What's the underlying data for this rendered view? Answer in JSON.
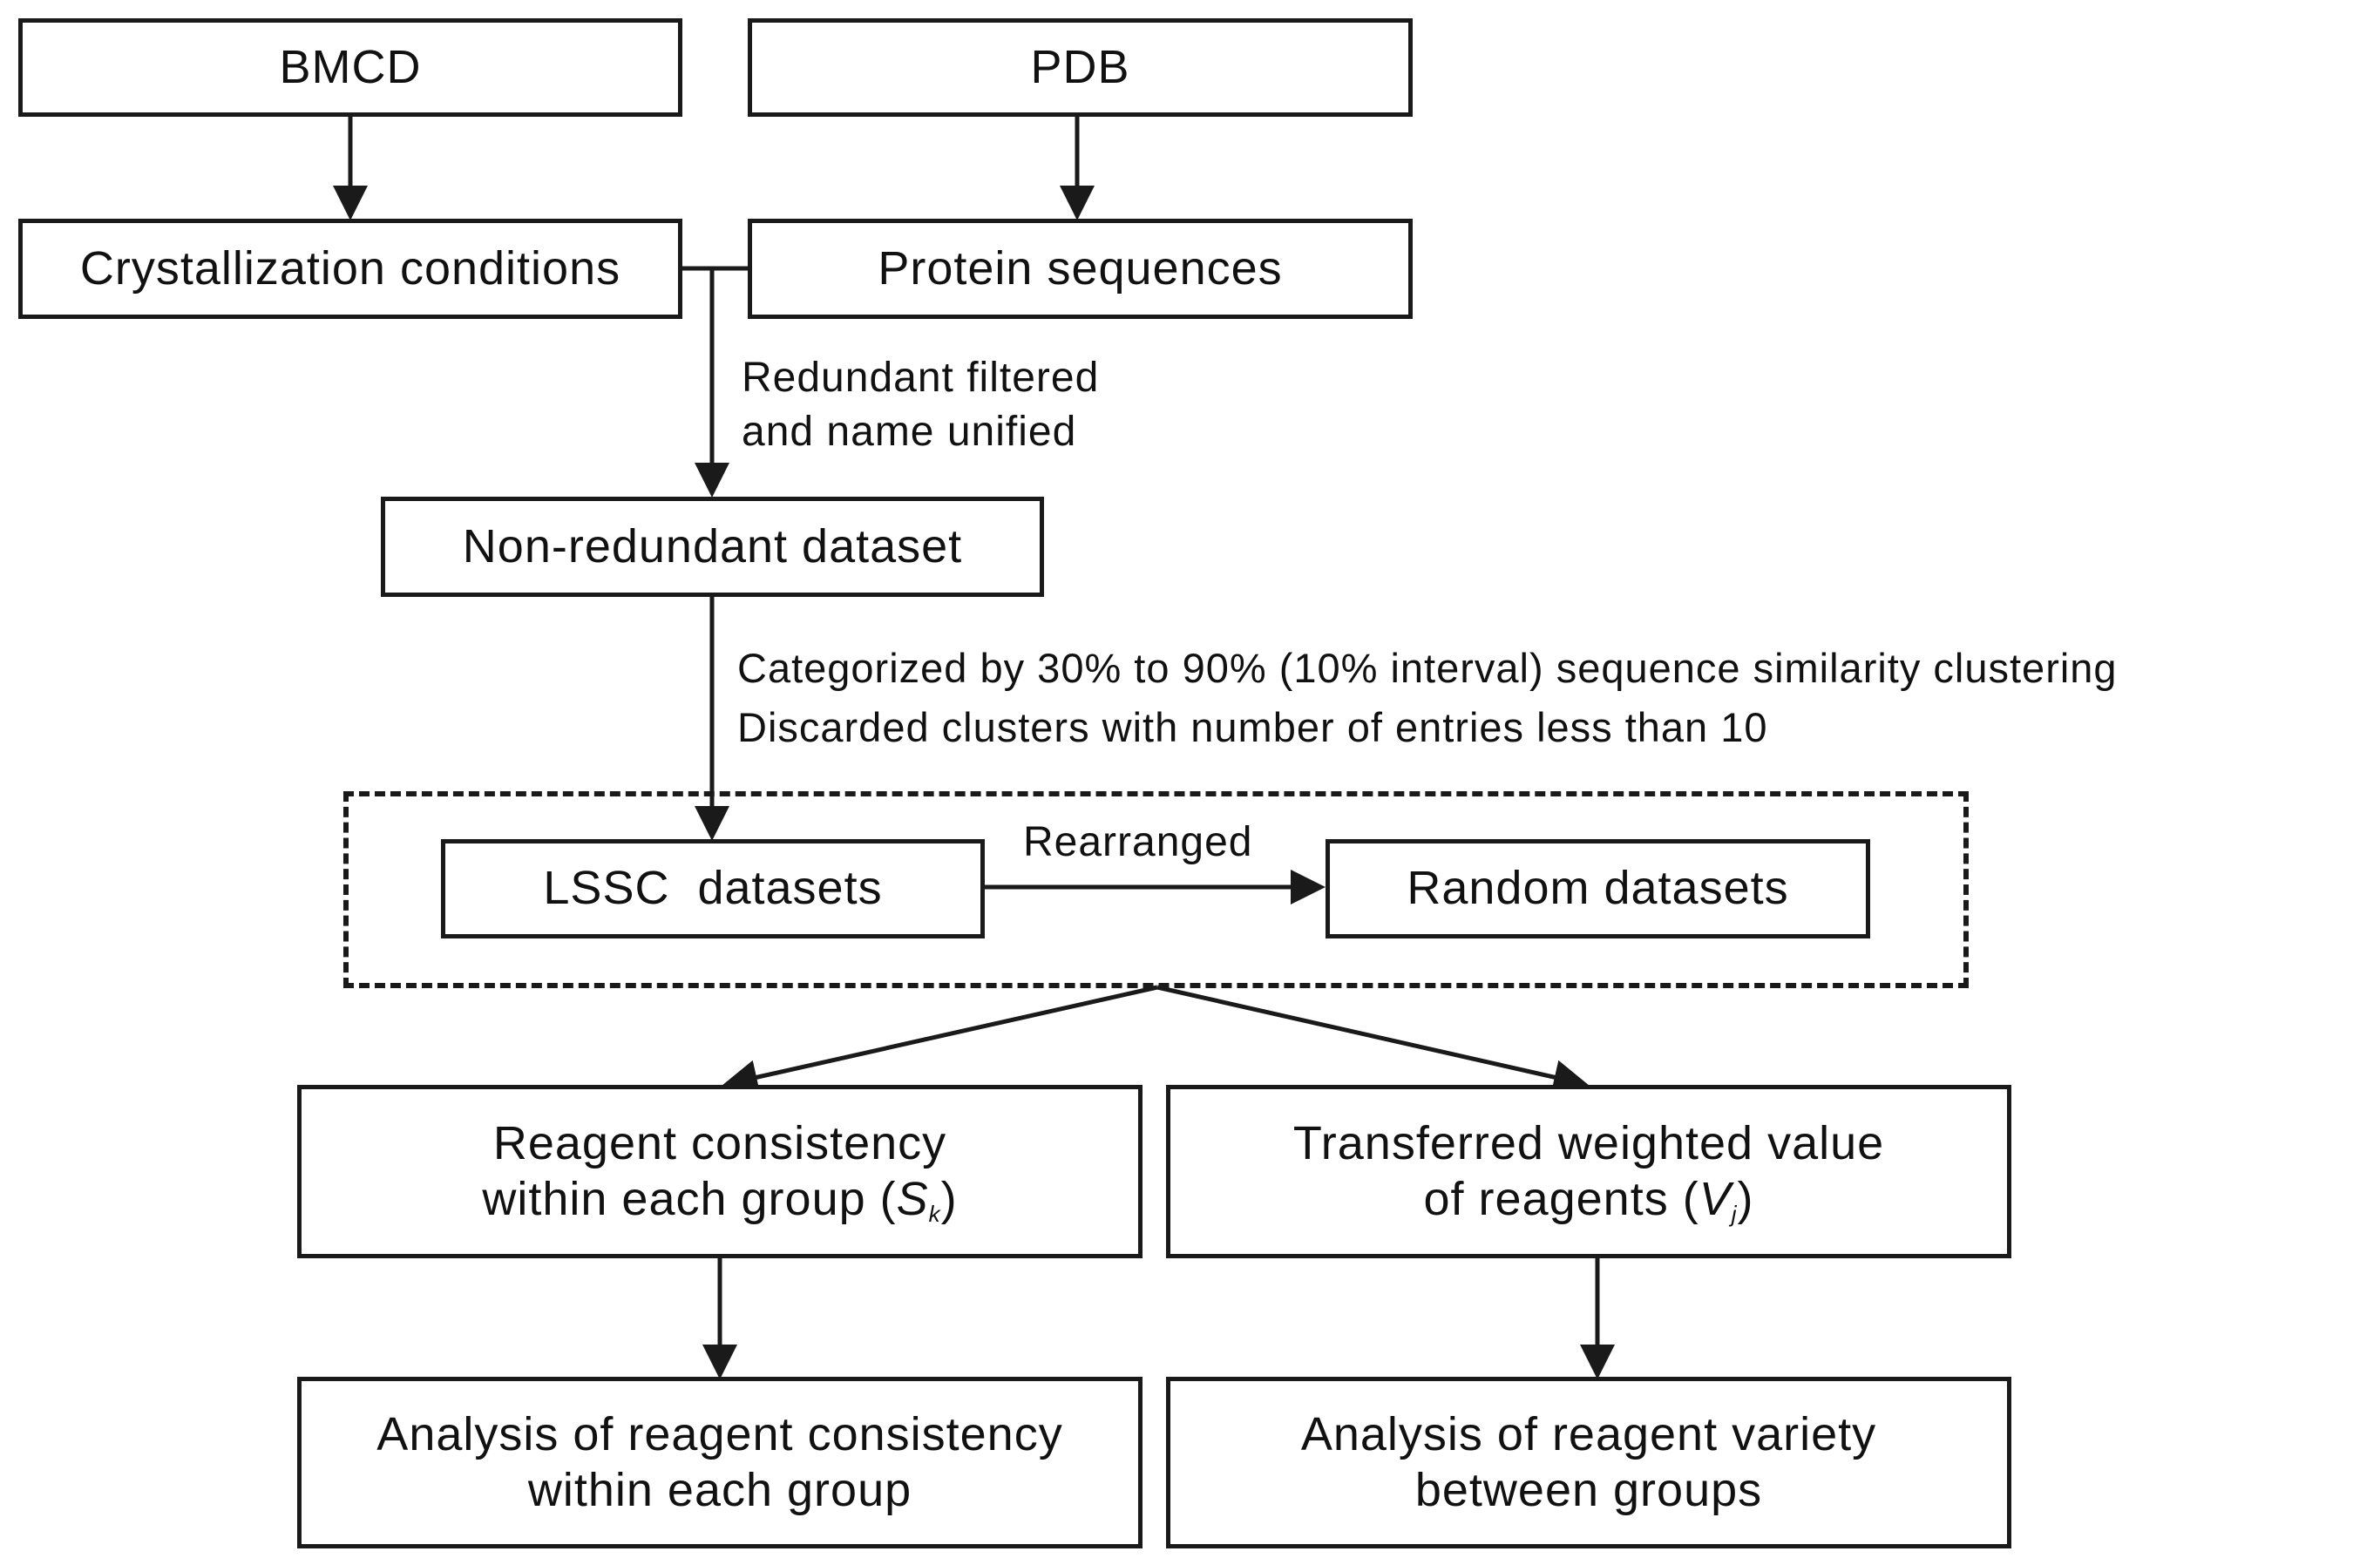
{
  "nodes": {
    "bmcd": "BMCD",
    "pdb": "PDB",
    "crystallization": "Crystallization conditions",
    "protein_sequences": "Protein sequences",
    "non_redundant": "Non-redundant dataset",
    "lssc": "LSSC  datasets",
    "random": "Random datasets",
    "reagent_consistency": {
      "line1": "Reagent consistency",
      "line2_prefix": "within each group (",
      "symbol": "S",
      "subscript": "k",
      "line2_suffix": ")"
    },
    "transferred_weight": {
      "line1": "Transferred weighted value",
      "line2_prefix": "of reagents (",
      "symbol": "V",
      "subscript": "j",
      "line2_suffix": ")"
    },
    "analysis_consistency": {
      "line1": "Analysis of reagent consistency",
      "line2": "within each group"
    },
    "analysis_variety": {
      "line1": "Analysis of reagent variety",
      "line2": "between groups"
    }
  },
  "edge_labels": {
    "redundant_filtered": [
      "Redundant filtered",
      "and name unified"
    ],
    "categorized": "Categorized by 30% to 90% (10% interval) sequence similarity clustering",
    "discarded": "Discarded clusters with number of entries less than 10",
    "rearranged": "Rearranged"
  },
  "colors": {
    "stroke": "#1a1a1a",
    "background": "#ffffff"
  }
}
